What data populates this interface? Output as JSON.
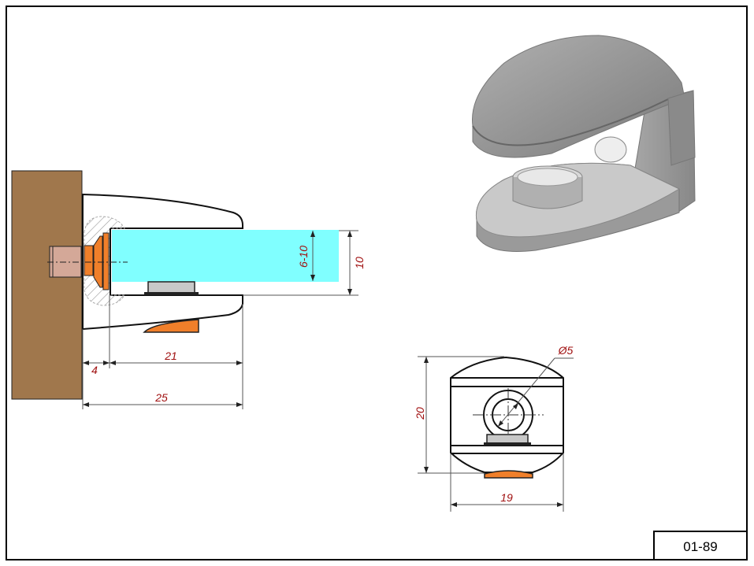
{
  "title_block": {
    "drawing_number": "01-89"
  },
  "side_view": {
    "dimensions": {
      "glass_thickness": "6-10",
      "jaw_opening": "10",
      "offset": "4",
      "depth_inner": "21",
      "depth_total": "25"
    }
  },
  "front_view": {
    "dimensions": {
      "height": "20",
      "width": "19",
      "hole_diameter": "Ø5"
    }
  },
  "colors": {
    "wall": "#a0774c",
    "glass": "#80ffff",
    "rubber_pad": "#f07f2a",
    "dimension_text": "#a01010",
    "body_gray": "#9a9a9a"
  }
}
